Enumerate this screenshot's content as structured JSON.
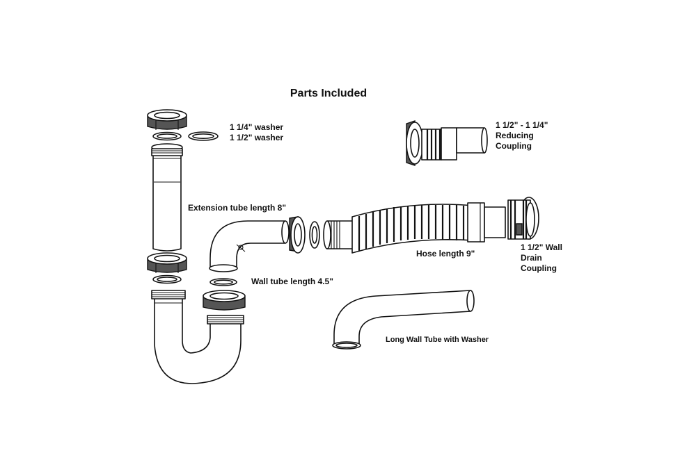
{
  "title": "Parts Included",
  "labels": {
    "washers_line1": "1 1/4\" washer",
    "washers_line2": "1 1/2\" washer",
    "reducing_line1": "1 1/2\" - 1 1/4\"",
    "reducing_line2": "Reducing",
    "reducing_line3": "Coupling",
    "extension_tube": "Extension tube length 8\"",
    "hose": "Hose length 9\"",
    "drain_line1": "1 1/2\" Wall",
    "drain_line2": "Drain",
    "drain_line3": "Coupling",
    "wall_tube": "Wall tube length 4.5\"",
    "long_wall_tube": "Long Wall Tube with Washer"
  }
}
